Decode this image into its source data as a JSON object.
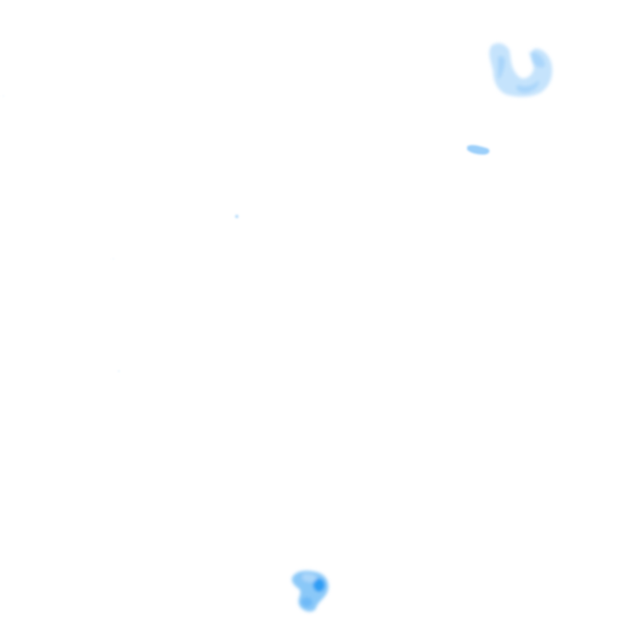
{
  "map": {
    "layer": "precipitation-radar-tile",
    "background_color": "#ffffff",
    "palette": {
      "very_light": "#e3f2fd",
      "light": "#bbdefb",
      "medium": "#90caf9",
      "moderate": "#64b5f6",
      "strong": "#2196f3"
    },
    "echoes": [
      {
        "name": "radar-echo-northeast-ring",
        "intensity": "light"
      },
      {
        "name": "radar-echo-northeast-streak",
        "intensity": "medium"
      },
      {
        "name": "radar-echo-south-cluster",
        "intensity": "strong"
      },
      {
        "name": "radar-echo-speck",
        "intensity": "very_light"
      }
    ]
  }
}
